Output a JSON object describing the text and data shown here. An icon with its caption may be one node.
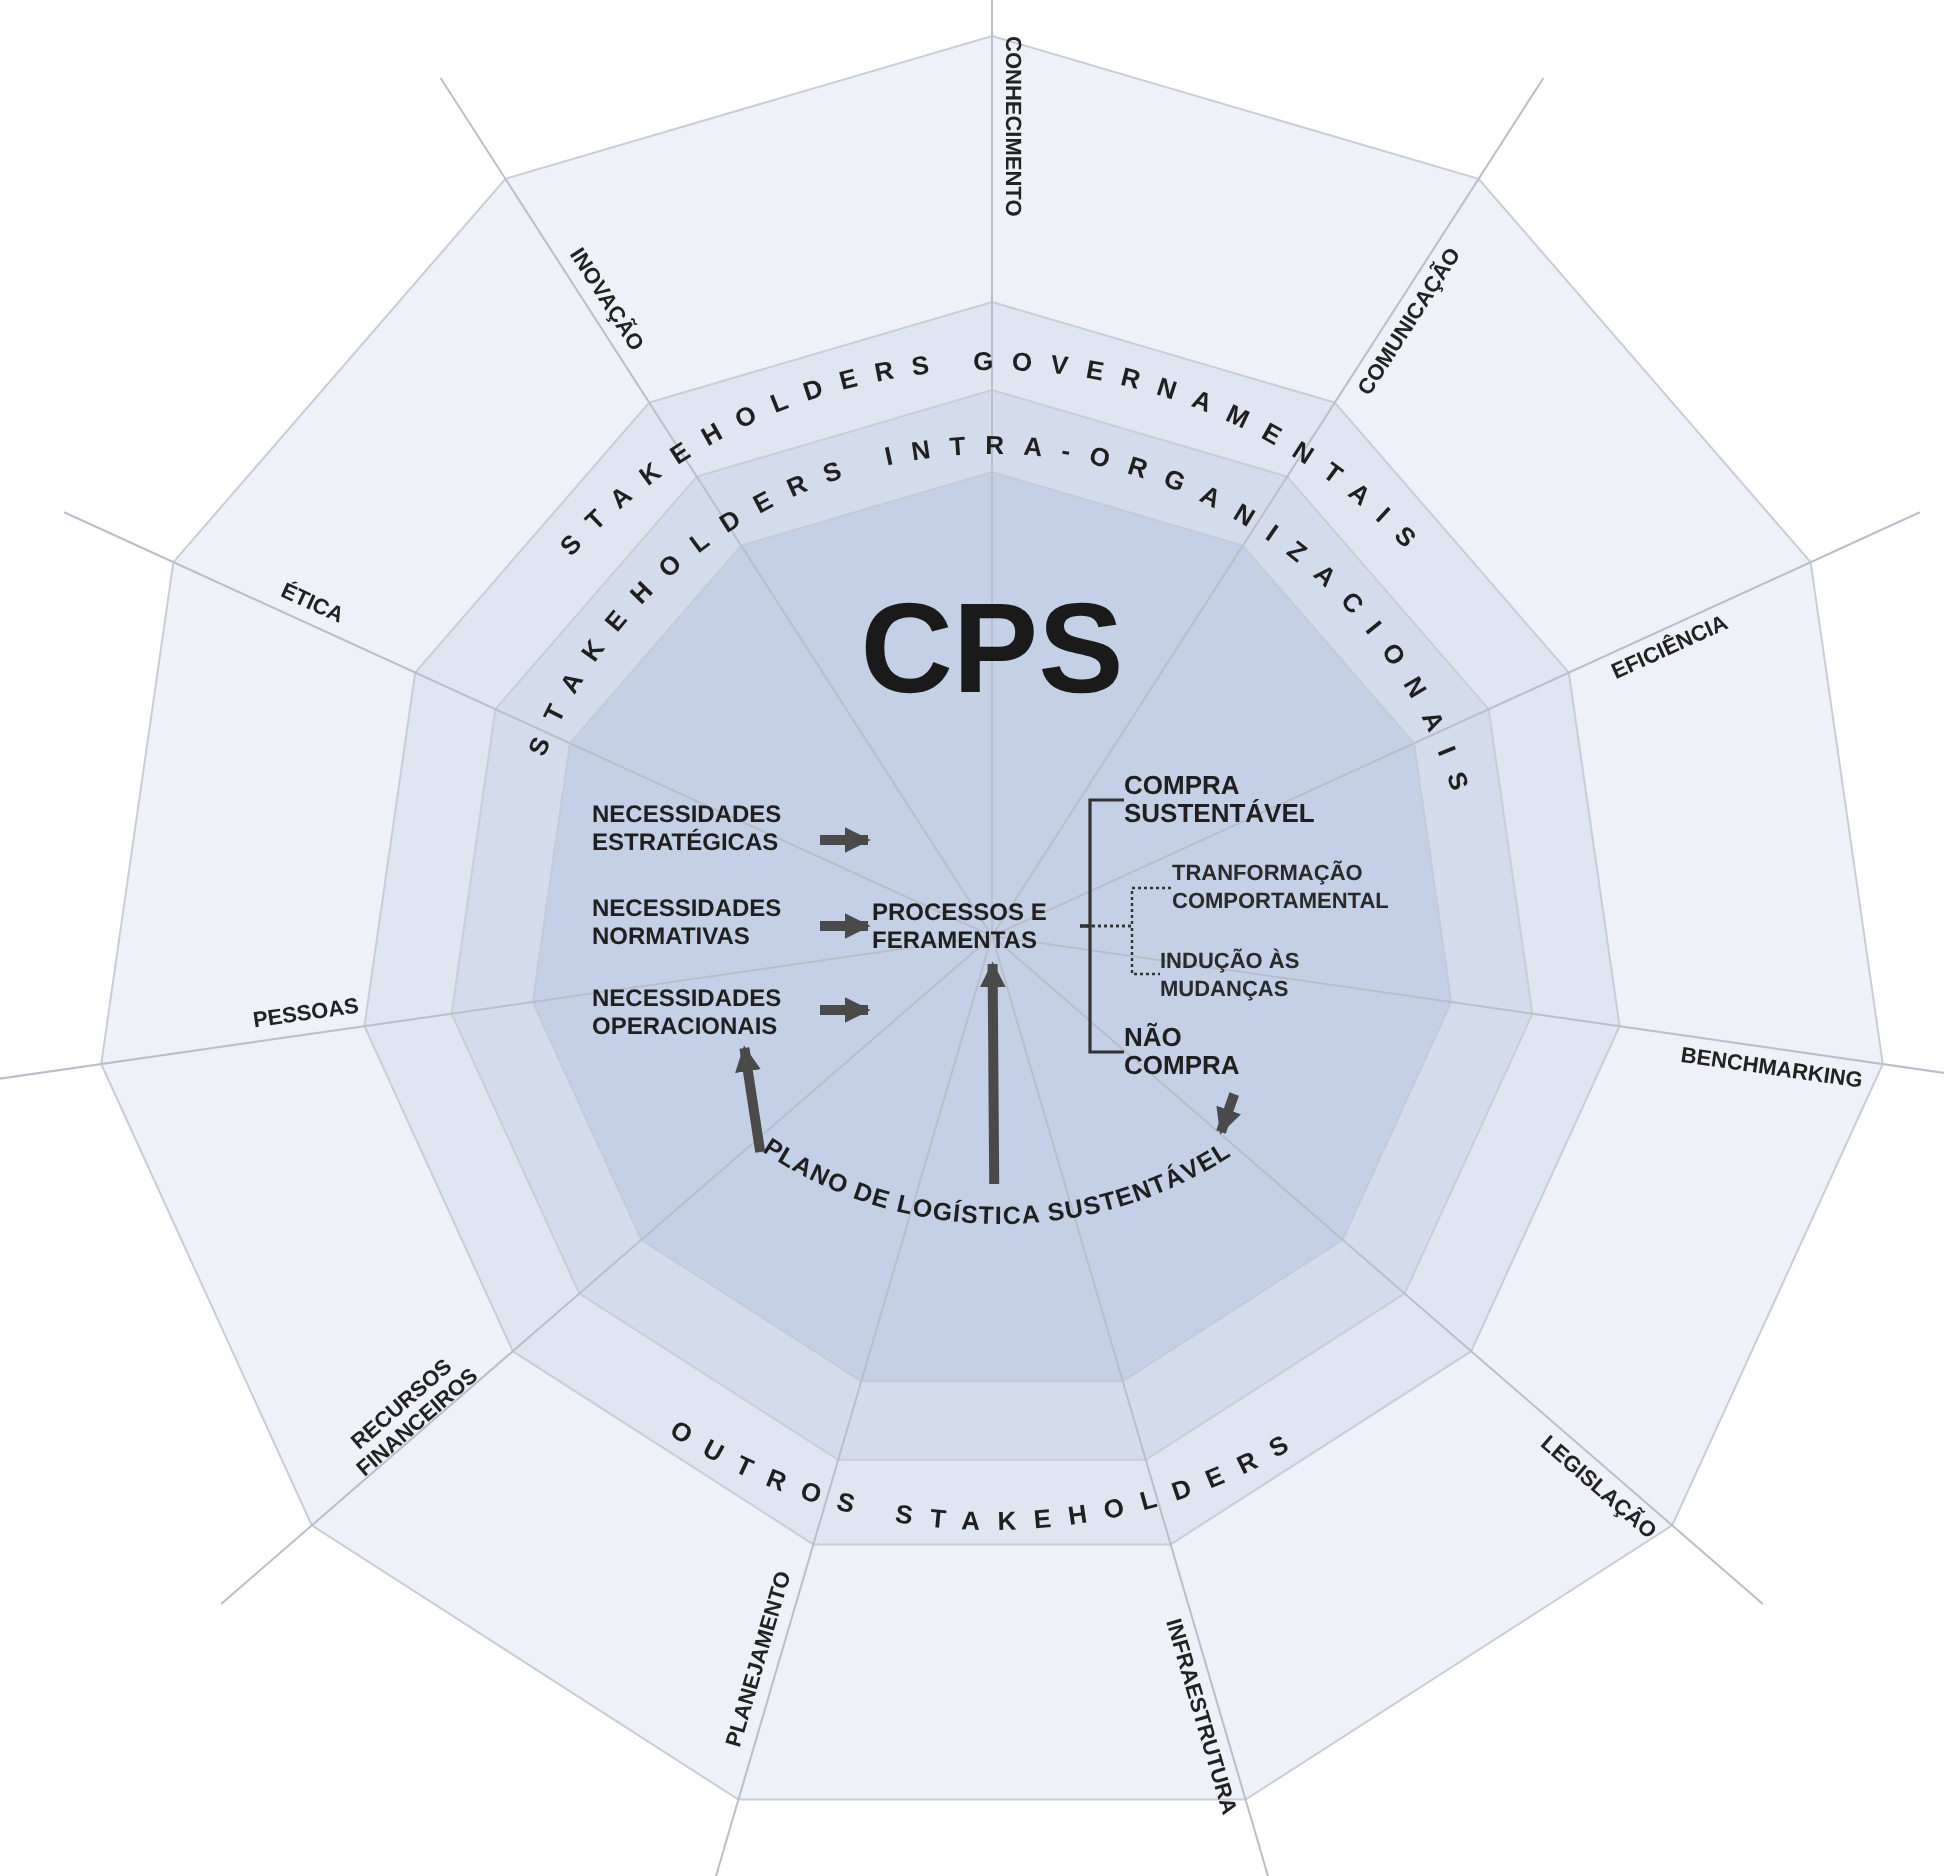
{
  "diagram": {
    "nodes": [
      {
        "text": [
          "CPS"
        ]
      },
      {
        "text": [
          "NECESSIDADES ESTRATÉGICAS"
        ],
        "in": 0
      },
      {
        "text": [
          "NECESSIDADES NORMATIVAS"
        ],
        "in": 0
      },
      {
        "text": [
          "NECESSIDADES OPERACIONAIS"
        ],
        "in": 0
      },
      {
        "text": [
          "PROCESSOS E FERAMENTAS"
        ],
        "in": 0
      },
      {
        "text": [
          "COMPRA SUSTENTÁVEL"
        ],
        "in": 0
      },
      {
        "text": [
          "TRANFORMAÇÃO COMPORTAMENTAL"
        ],
        "in": 0
      },
      {
        "text": [
          "INDUÇÃO ÀS MUDANÇAS"
        ],
        "in": 0
      },
      {
        "text": [
          "NÃO COMPRA"
        ],
        "in": 0
      },
      {
        "text": [
          "PLANO DE LOGÍSTICA SUSTENTÁVEL"
        ],
        "in": 0
      }
    ],
    "edges": [
      {
        "from": 1,
        "to": 4,
        "arrow": "to"
      },
      {
        "from": 2,
        "to": 4,
        "arrow": "to"
      },
      {
        "from": 3,
        "to": 4,
        "arrow": "to"
      },
      {
        "from": 4,
        "to": 5,
        "arrow": "none"
      },
      {
        "from": 4,
        "to": 8,
        "arrow": "none"
      },
      {
        "from": 4,
        "to": 6,
        "arrow": "none",
        "style": "dashed"
      },
      {
        "from": 4,
        "to": 7,
        "arrow": "none",
        "style": "dashed"
      },
      {
        "from": 8,
        "to": 9,
        "arrow": "to"
      },
      {
        "from": 9,
        "to": 4,
        "arrow": "to"
      },
      {
        "from": 9,
        "to": 3,
        "arrow": "to"
      }
    ],
    "labels": [
      "STAKEHOLDERS GOVERNAMENTAIS",
      "STAKEHOLDERS INTRA-ORGANIZACIONAIS",
      "OUTROS STAKEHOLDERS",
      "CONHECIMENTO",
      "COMUNICAÇÃO",
      "EFICIÊNCIA",
      "BENCHMARKING",
      "LEGISLAÇÃO",
      "INFRAESTRUTURA",
      "PLANEJAMENTO",
      "RECURSOS FINANCEIROS",
      "PESSOAS",
      "ÉTICA",
      "INOVAÇÃO"
    ]
  }
}
